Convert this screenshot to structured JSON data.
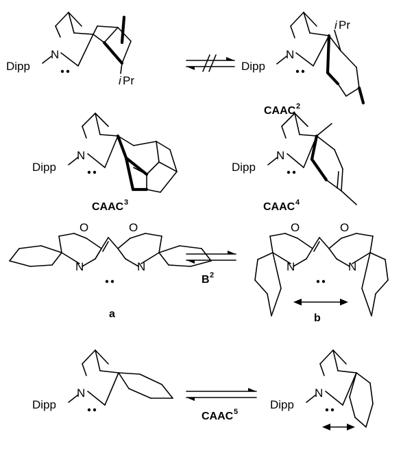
{
  "atoms": {
    "nitrogen": "N",
    "oxygen": "O",
    "dipp": "Dipp",
    "ipr_i": "i",
    "ipr_pr": "Pr"
  },
  "labels": {
    "caac2_main": "CAAC",
    "caac2_sup": "2",
    "caac3_main": "CAAC",
    "caac3_sup": "3",
    "caac4_main": "CAAC",
    "caac4_sup": "4",
    "b2_main": "B",
    "b2_sup": "2",
    "conformer_a": "a",
    "conformer_b": "b",
    "caac5_main": "CAAC",
    "caac5_sup": "5"
  }
}
